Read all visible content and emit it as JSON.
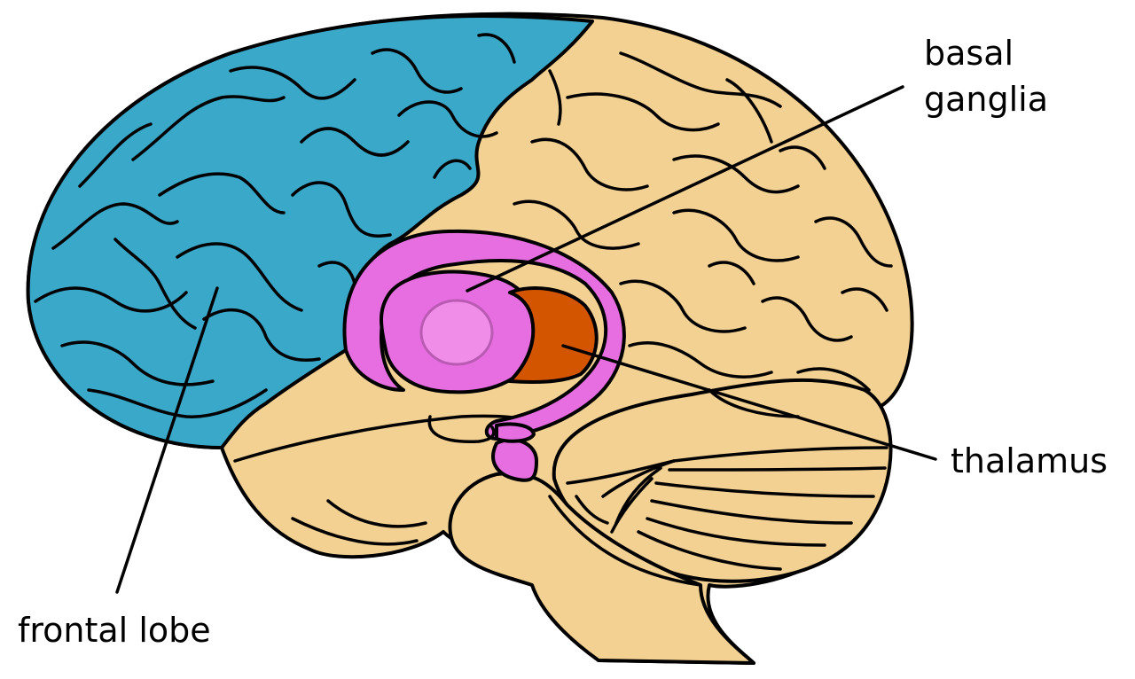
{
  "labels": {
    "basal_ganglia_line1": "basal",
    "basal_ganglia_line2": "ganglia",
    "thalamus": "thalamus",
    "frontal_lobe": "frontal lobe"
  },
  "colors": {
    "frontal_lobe": "#3aa8c8",
    "brain_tissue": "#f2d192",
    "basal_ganglia": "#e76ee0",
    "basal_ganglia_inner": "#ef8de8",
    "thalamus": "#d45500",
    "outline": "#000000"
  }
}
